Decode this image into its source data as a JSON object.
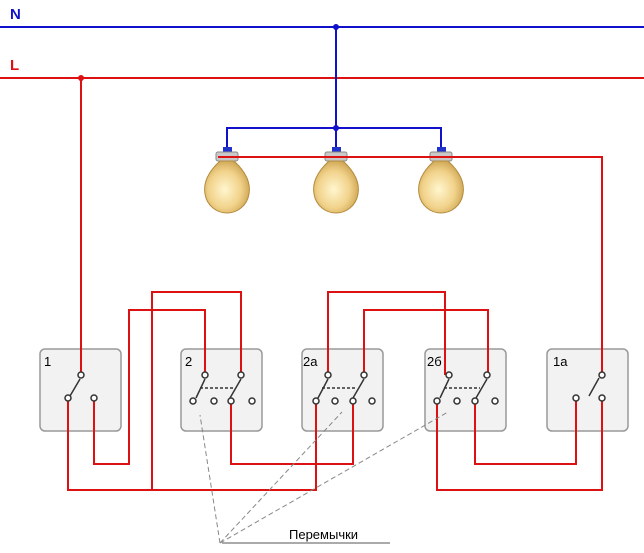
{
  "buses": {
    "neutral_label": "N",
    "live_label": "L"
  },
  "switches": [
    {
      "label": "1"
    },
    {
      "label": "2"
    },
    {
      "label": "2а"
    },
    {
      "label": "2б"
    },
    {
      "label": "1а"
    }
  ],
  "annotation": {
    "jumpers_label": "Перемычки"
  },
  "colors": {
    "neutral_wire": "#1111cc",
    "live_wire": "#dd1111",
    "switch_body": "#f2f2f2",
    "switch_border": "#999999",
    "bulb_glass": "#f3d48a"
  }
}
